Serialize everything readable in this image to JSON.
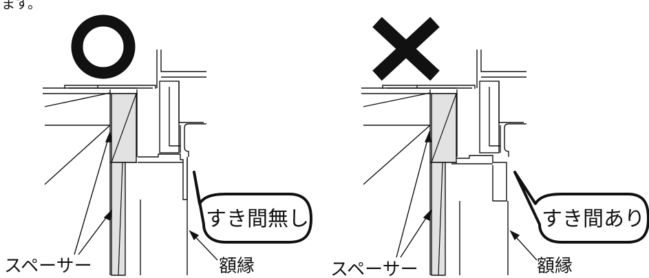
{
  "header_fragment": "ます。",
  "panels": [
    {
      "verdict": "good",
      "verdict_symbol": "○",
      "callout_text": "すき間無し",
      "spacer_label": "スペーサー",
      "molding_label": "額縁"
    },
    {
      "verdict": "bad",
      "verdict_symbol": "×",
      "callout_text": "すき間あり",
      "spacer_label": "スペーサー",
      "molding_label": "額縁"
    }
  ],
  "colors": {
    "line": "#111111",
    "spacer_fill": "#e2e2e2",
    "background": "#ffffff"
  }
}
